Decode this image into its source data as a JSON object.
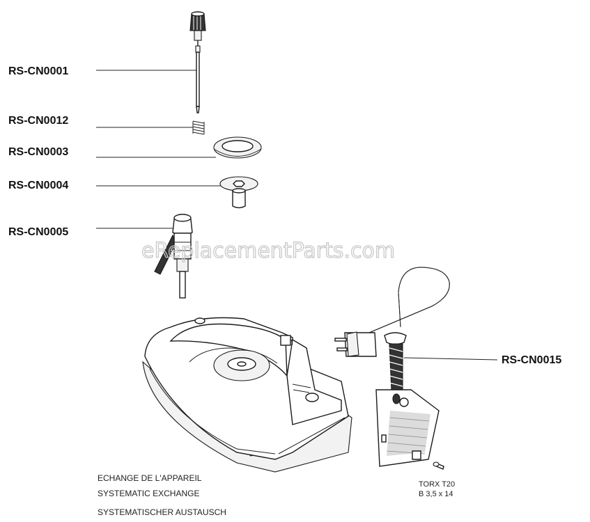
{
  "watermark": "eReplacementParts.com",
  "parts": [
    {
      "id": "rs-cn0001",
      "label": "RS-CN0001"
    },
    {
      "id": "rs-cn0012",
      "label": "RS-CN0012"
    },
    {
      "id": "rs-cn0003",
      "label": "RS-CN0003"
    },
    {
      "id": "rs-cn0004",
      "label": "RS-CN0004"
    },
    {
      "id": "rs-cn0005",
      "label": "RS-CN0005"
    },
    {
      "id": "rs-cn0015",
      "label": "RS-CN0015"
    }
  ],
  "notes": {
    "exchange_fr": "ECHANGE DE L'APPAREIL",
    "exchange_en": "SYSTEMATIC EXCHANGE",
    "exchange_de": "SYSTEMATISCHER AUSTAUSCH",
    "screw_type": "TORX T20",
    "screw_size": "B 3,5 x 14"
  }
}
